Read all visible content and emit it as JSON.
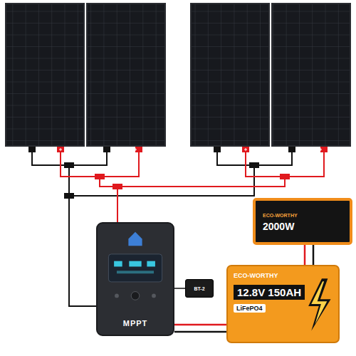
{
  "diagram": {
    "nodes": [
      {
        "text": [
          "ECO-WORTHY",
          "2000W"
        ]
      },
      {
        "text": [
          "MPPT"
        ]
      },
      {
        "text": [
          "BT-2"
        ]
      },
      {
        "text": [
          "ECO-WORTHY",
          "12.8V 150AH",
          "LiFePO4"
        ]
      }
    ],
    "edges": [
      {
        "from": 1,
        "to": 3,
        "arrow": "none"
      },
      {
        "from": 3,
        "to": 0,
        "arrow": "none"
      },
      {
        "from": 2,
        "to": 1,
        "arrow": "none"
      }
    ]
  }
}
